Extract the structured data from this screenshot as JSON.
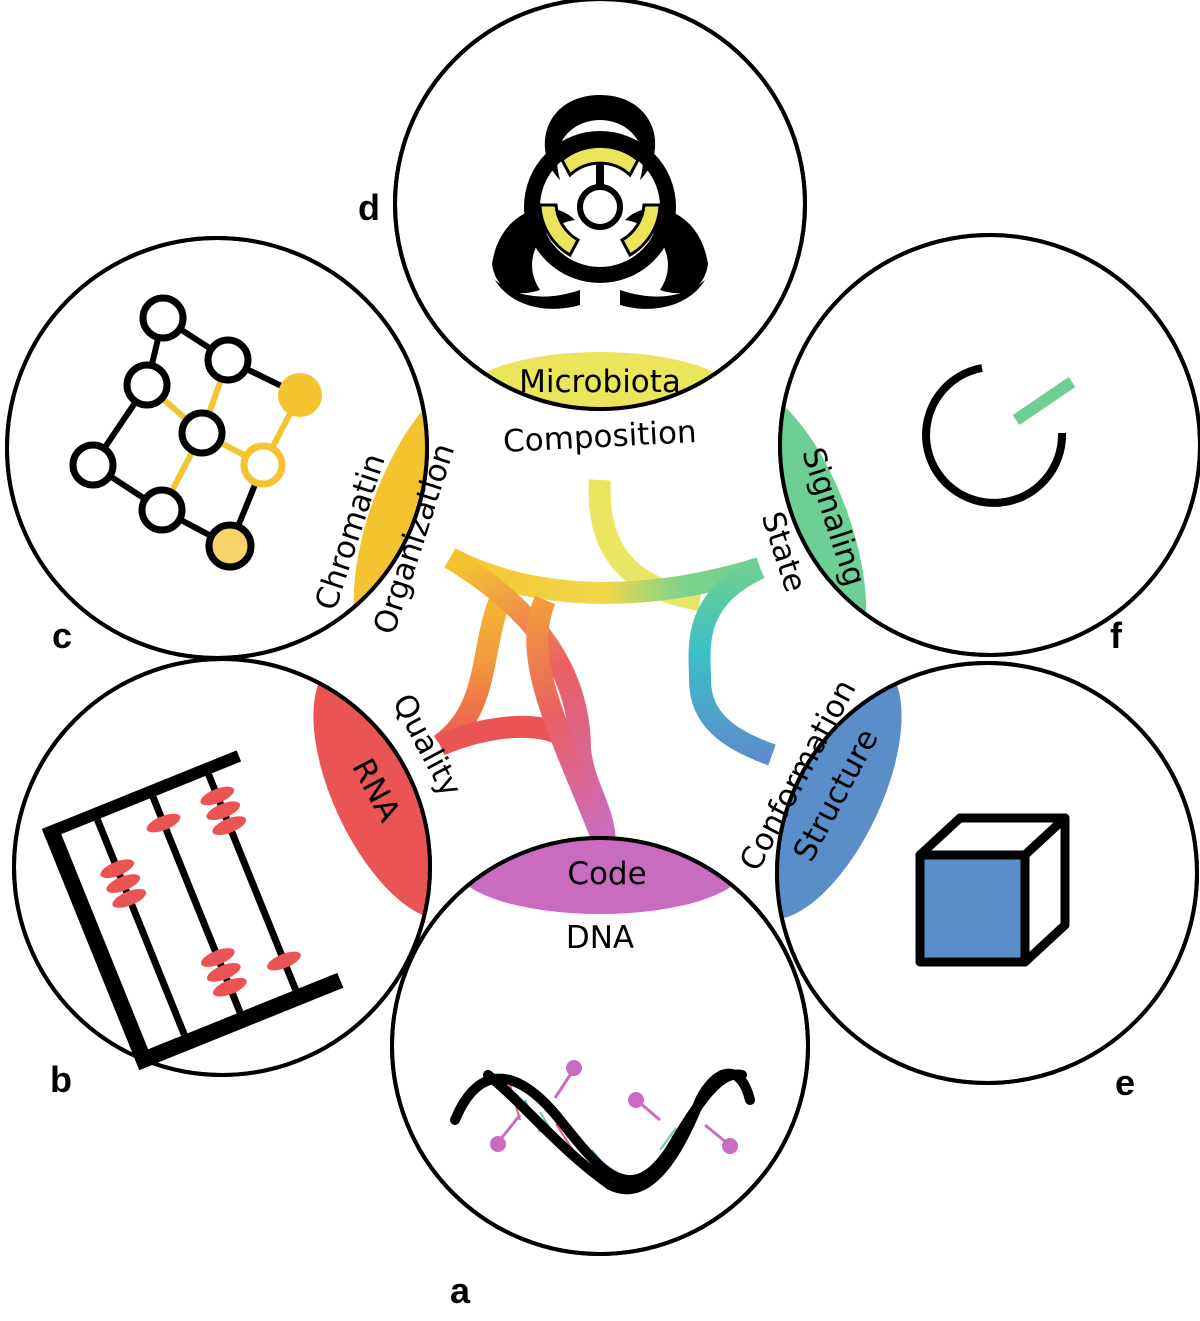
{
  "panels": {
    "a": {
      "letter": "a",
      "band": "DNA",
      "outer": "Code",
      "band_color": "#c96cc0",
      "icon": "dna-helix-icon"
    },
    "b": {
      "letter": "b",
      "band": "RNA",
      "outer": "Quality",
      "band_color": "#ea5455",
      "icon": "abacus-icon"
    },
    "c": {
      "letter": "c",
      "band": "Chromatin",
      "outer": "Organization",
      "band_color": "#f4c430",
      "icon": "nucleosome-network-icon"
    },
    "d": {
      "letter": "d",
      "band": "Microbiota",
      "outer": "Composition",
      "band_color": "#eae55a",
      "icon": "biohazard-icon"
    },
    "e": {
      "letter": "e",
      "band": "Structure",
      "outer": "Conformation",
      "band_color": "#5b8ec9",
      "icon": "cube-icon"
    },
    "f": {
      "letter": "f",
      "band": "Signaling",
      "outer": "State",
      "band_color": "#6dcf94",
      "icon": "power-signal-icon"
    }
  }
}
